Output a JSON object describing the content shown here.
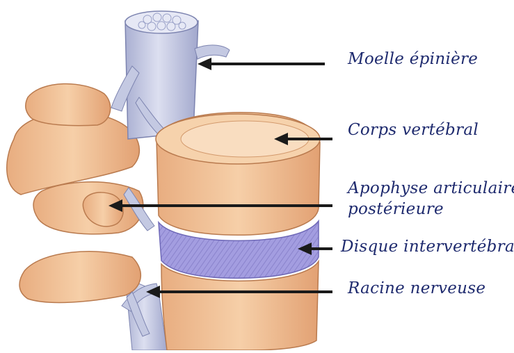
{
  "labels": {
    "moelle": "Moelle épinière",
    "corps": "Corps vertébral",
    "apophyse_line1": "Apophyse articulaire",
    "apophyse_line2": "postérieure",
    "disque": "Disque intervertébral",
    "racine": "Racine nerveuse"
  },
  "colors": {
    "bone": "#f2c196",
    "bone_shadow": "#d9956a",
    "bone_light": "#f8dcc0",
    "disc": "#9c96d6",
    "disc_stripe": "#7d76c2",
    "cord": "#c4c9e2",
    "cord_shadow": "#9aa1c8",
    "arrow": "#1a1a1a",
    "label_text": "#1e2a6e"
  }
}
